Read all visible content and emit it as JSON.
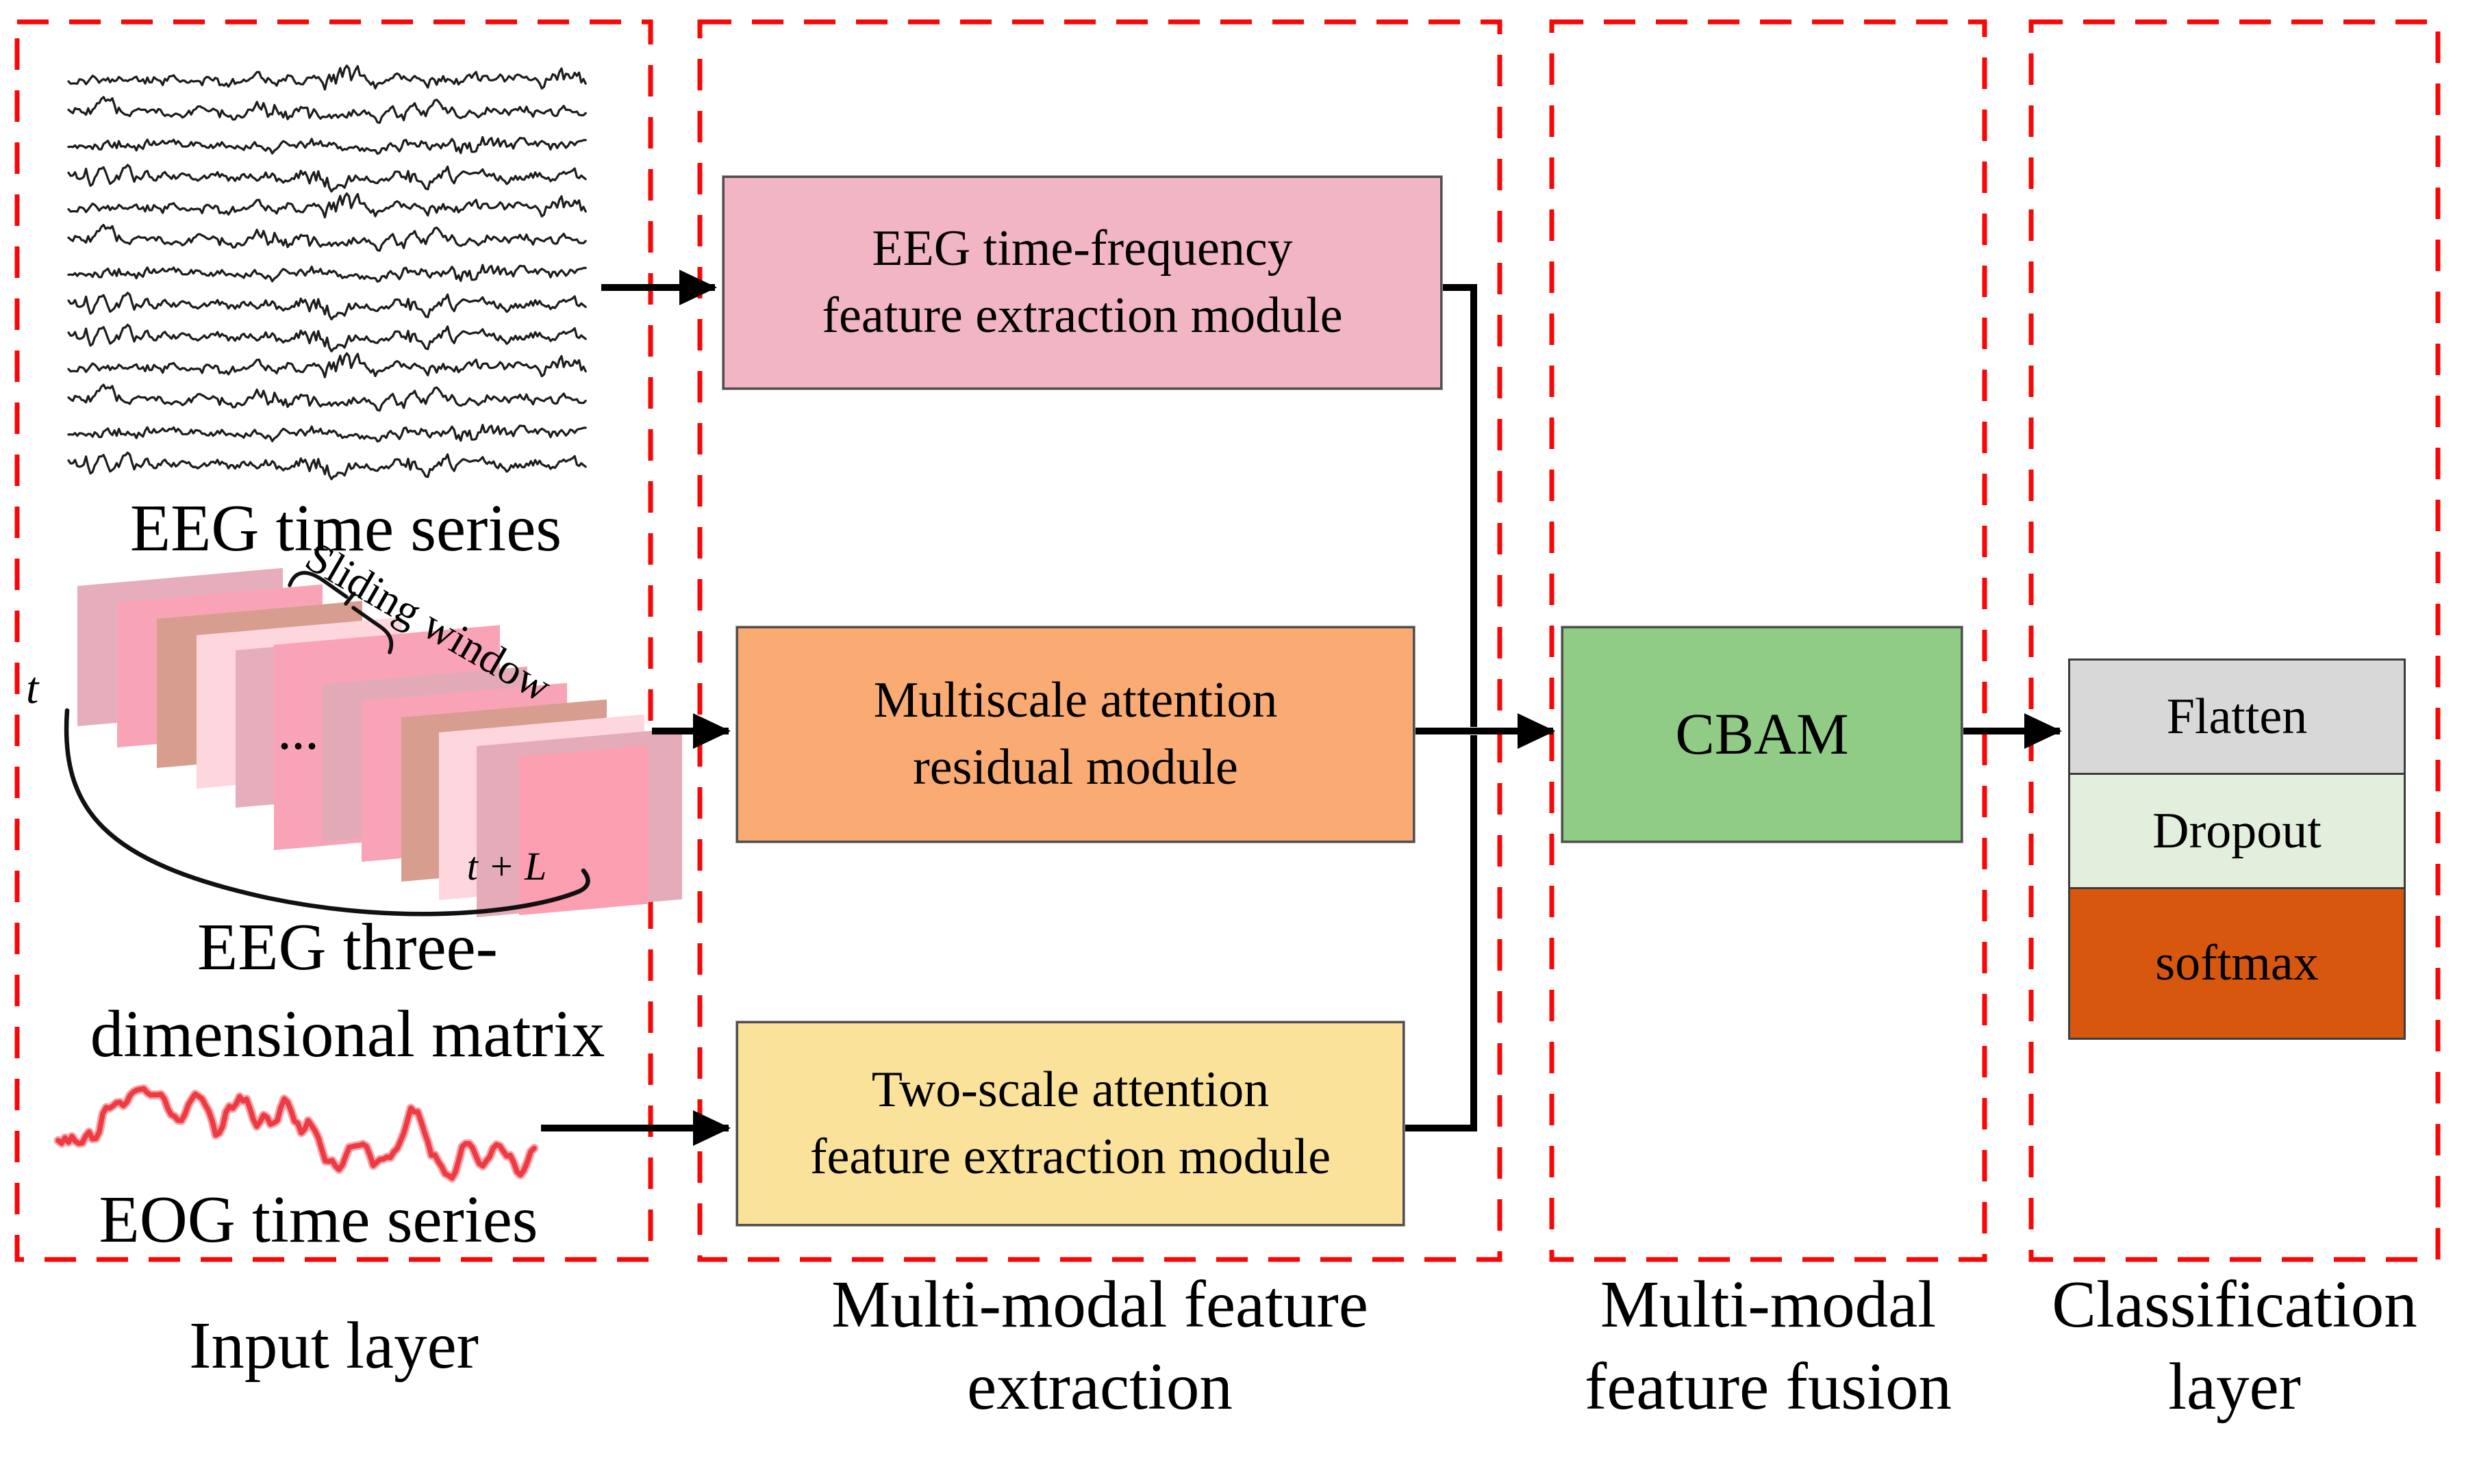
{
  "columns": {
    "input": {
      "label_lines": [
        "Input layer"
      ]
    },
    "extraction": {
      "label_lines": [
        "Multi-modal feature",
        "extraction"
      ]
    },
    "fusion": {
      "label_lines": [
        "Multi-modal",
        "feature fusion"
      ]
    },
    "classification": {
      "label_lines": [
        "Classification",
        "layer"
      ]
    }
  },
  "input_layer": {
    "eeg_series_label": "EEG time series",
    "matrix_label_line1": "EEG three-",
    "matrix_label_line2": "dimensional matrix",
    "eog_series_label": "EOG time series",
    "sliding_window_label": "Sliding window",
    "time_start_label": "t",
    "time_end_label": "t + L",
    "ellipsis_label": "...",
    "eeg_trace_count": 13,
    "eeg_trace_color": "#1c1c1c",
    "eeg_trace_seeds": [
      11,
      22,
      33,
      44,
      11,
      22,
      33,
      44,
      44,
      11,
      22,
      33,
      44
    ],
    "eog_trace_color": "#ee3a43",
    "eog_trace_seed": 77,
    "matrix_frame_colors": [
      "#e6aebc",
      "#f9a4b6",
      "#d79e90",
      "#fdd6de",
      "#e6aebc",
      "#f9a4b6",
      "#e2a9b6",
      "#f9a4b6",
      "#d79e90",
      "#fdd6de",
      "#e4abb8",
      "#fb9fb1"
    ]
  },
  "modules": {
    "eeg_time_frequency": {
      "line1": "EEG time-frequency",
      "line2": "feature extraction module",
      "fill": "#f1b5c4"
    },
    "multiscale_attention": {
      "line1": "Multiscale attention",
      "line2": "residual module",
      "fill": "#faab74"
    },
    "two_scale_attention": {
      "line1": "Two-scale attention",
      "line2": "feature extraction module",
      "fill": "#fae29a"
    },
    "cbam": {
      "label": "CBAM",
      "fill": "#90cc85"
    },
    "classification_stack": [
      {
        "label": "Flatten",
        "fill": "#d8d8d8"
      },
      {
        "label": "Dropout",
        "fill": "#e2efdc"
      },
      {
        "label": "softmax",
        "fill": "#d8570e"
      }
    ]
  },
  "style": {
    "dashed_border_color": "#f90606",
    "arrow_color": "#000000",
    "brace_color": "#111111"
  }
}
